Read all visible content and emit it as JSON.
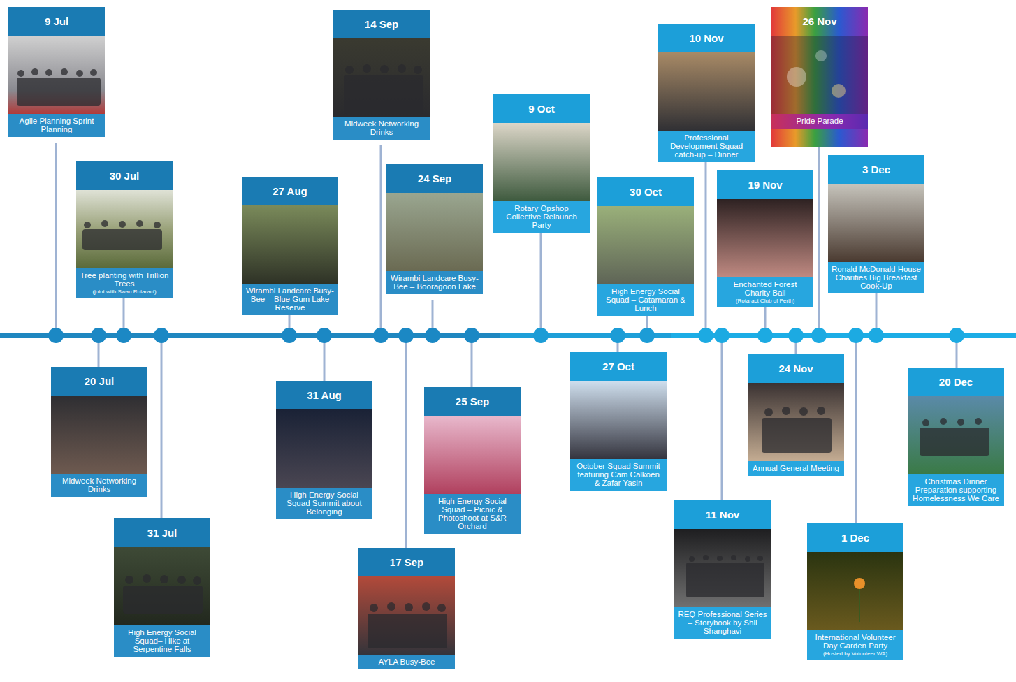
{
  "diagram": {
    "nodes": [
      {
        "text": [
          "9 Jul",
          "Agile Planning Sprint Planning"
        ]
      },
      {
        "text": [
          "20 Jul",
          "Midweek Networking Drinks"
        ]
      },
      {
        "text": [
          "30 Jul",
          "Tree planting with Trillion Trees",
          "(joint with Swan Rotaract)"
        ]
      },
      {
        "text": [
          "31 Jul",
          "High Energy Social Squad– Hike at Serpentine Falls"
        ]
      },
      {
        "text": [
          "27 Aug",
          "Wirambi Landcare Busy-Bee – Blue Gum Lake Reserve"
        ]
      },
      {
        "text": [
          "31 Aug",
          "High Energy Social Squad Summit about Belonging"
        ]
      },
      {
        "text": [
          "14 Sep",
          "Midweek Networking Drinks"
        ]
      },
      {
        "text": [
          "17 Sep",
          "AYLA Busy-Bee"
        ]
      },
      {
        "text": [
          "24 Sep",
          "Wirambi Landcare Busy-Bee – Booragoon Lake"
        ]
      },
      {
        "text": [
          "25 Sep",
          "High Energy Social Squad – Picnic & Photoshoot at S&R Orchard"
        ]
      },
      {
        "text": [
          "9 Oct",
          "Rotary Opshop Collective Relaunch Party"
        ]
      },
      {
        "text": [
          "27 Oct",
          "October Squad Summit featuring Cam Calkoen & Zafar Yasin"
        ]
      },
      {
        "text": [
          "30 Oct",
          "High Energy Social Squad – Catamaran & Lunch"
        ]
      },
      {
        "text": [
          "10 Nov",
          "Professional Development Squad catch-up – Dinner"
        ]
      },
      {
        "text": [
          "11 Nov",
          "REQ Professional Series – Storybook by Shil Shanghavi"
        ]
      },
      {
        "text": [
          "19 Nov",
          "Enchanted Forest Charity Ball",
          "(Rotaract Club of Perth)"
        ]
      },
      {
        "text": [
          "24 Nov",
          "Annual General Meeting"
        ]
      },
      {
        "text": [
          "26 Nov",
          "Pride Parade"
        ]
      },
      {
        "text": [
          "1 Dec",
          "International Volunteer Day Garden Party",
          "(Hosted by Volunteer WA)"
        ]
      },
      {
        "text": [
          "3 Dec",
          "Ronald McDonald House Charities Big Breakfast Cook-Up"
        ]
      },
      {
        "text": [
          "20 Dec",
          "Christmas Dinner Preparation supporting Homelessness We Care"
        ]
      }
    ]
  }
}
